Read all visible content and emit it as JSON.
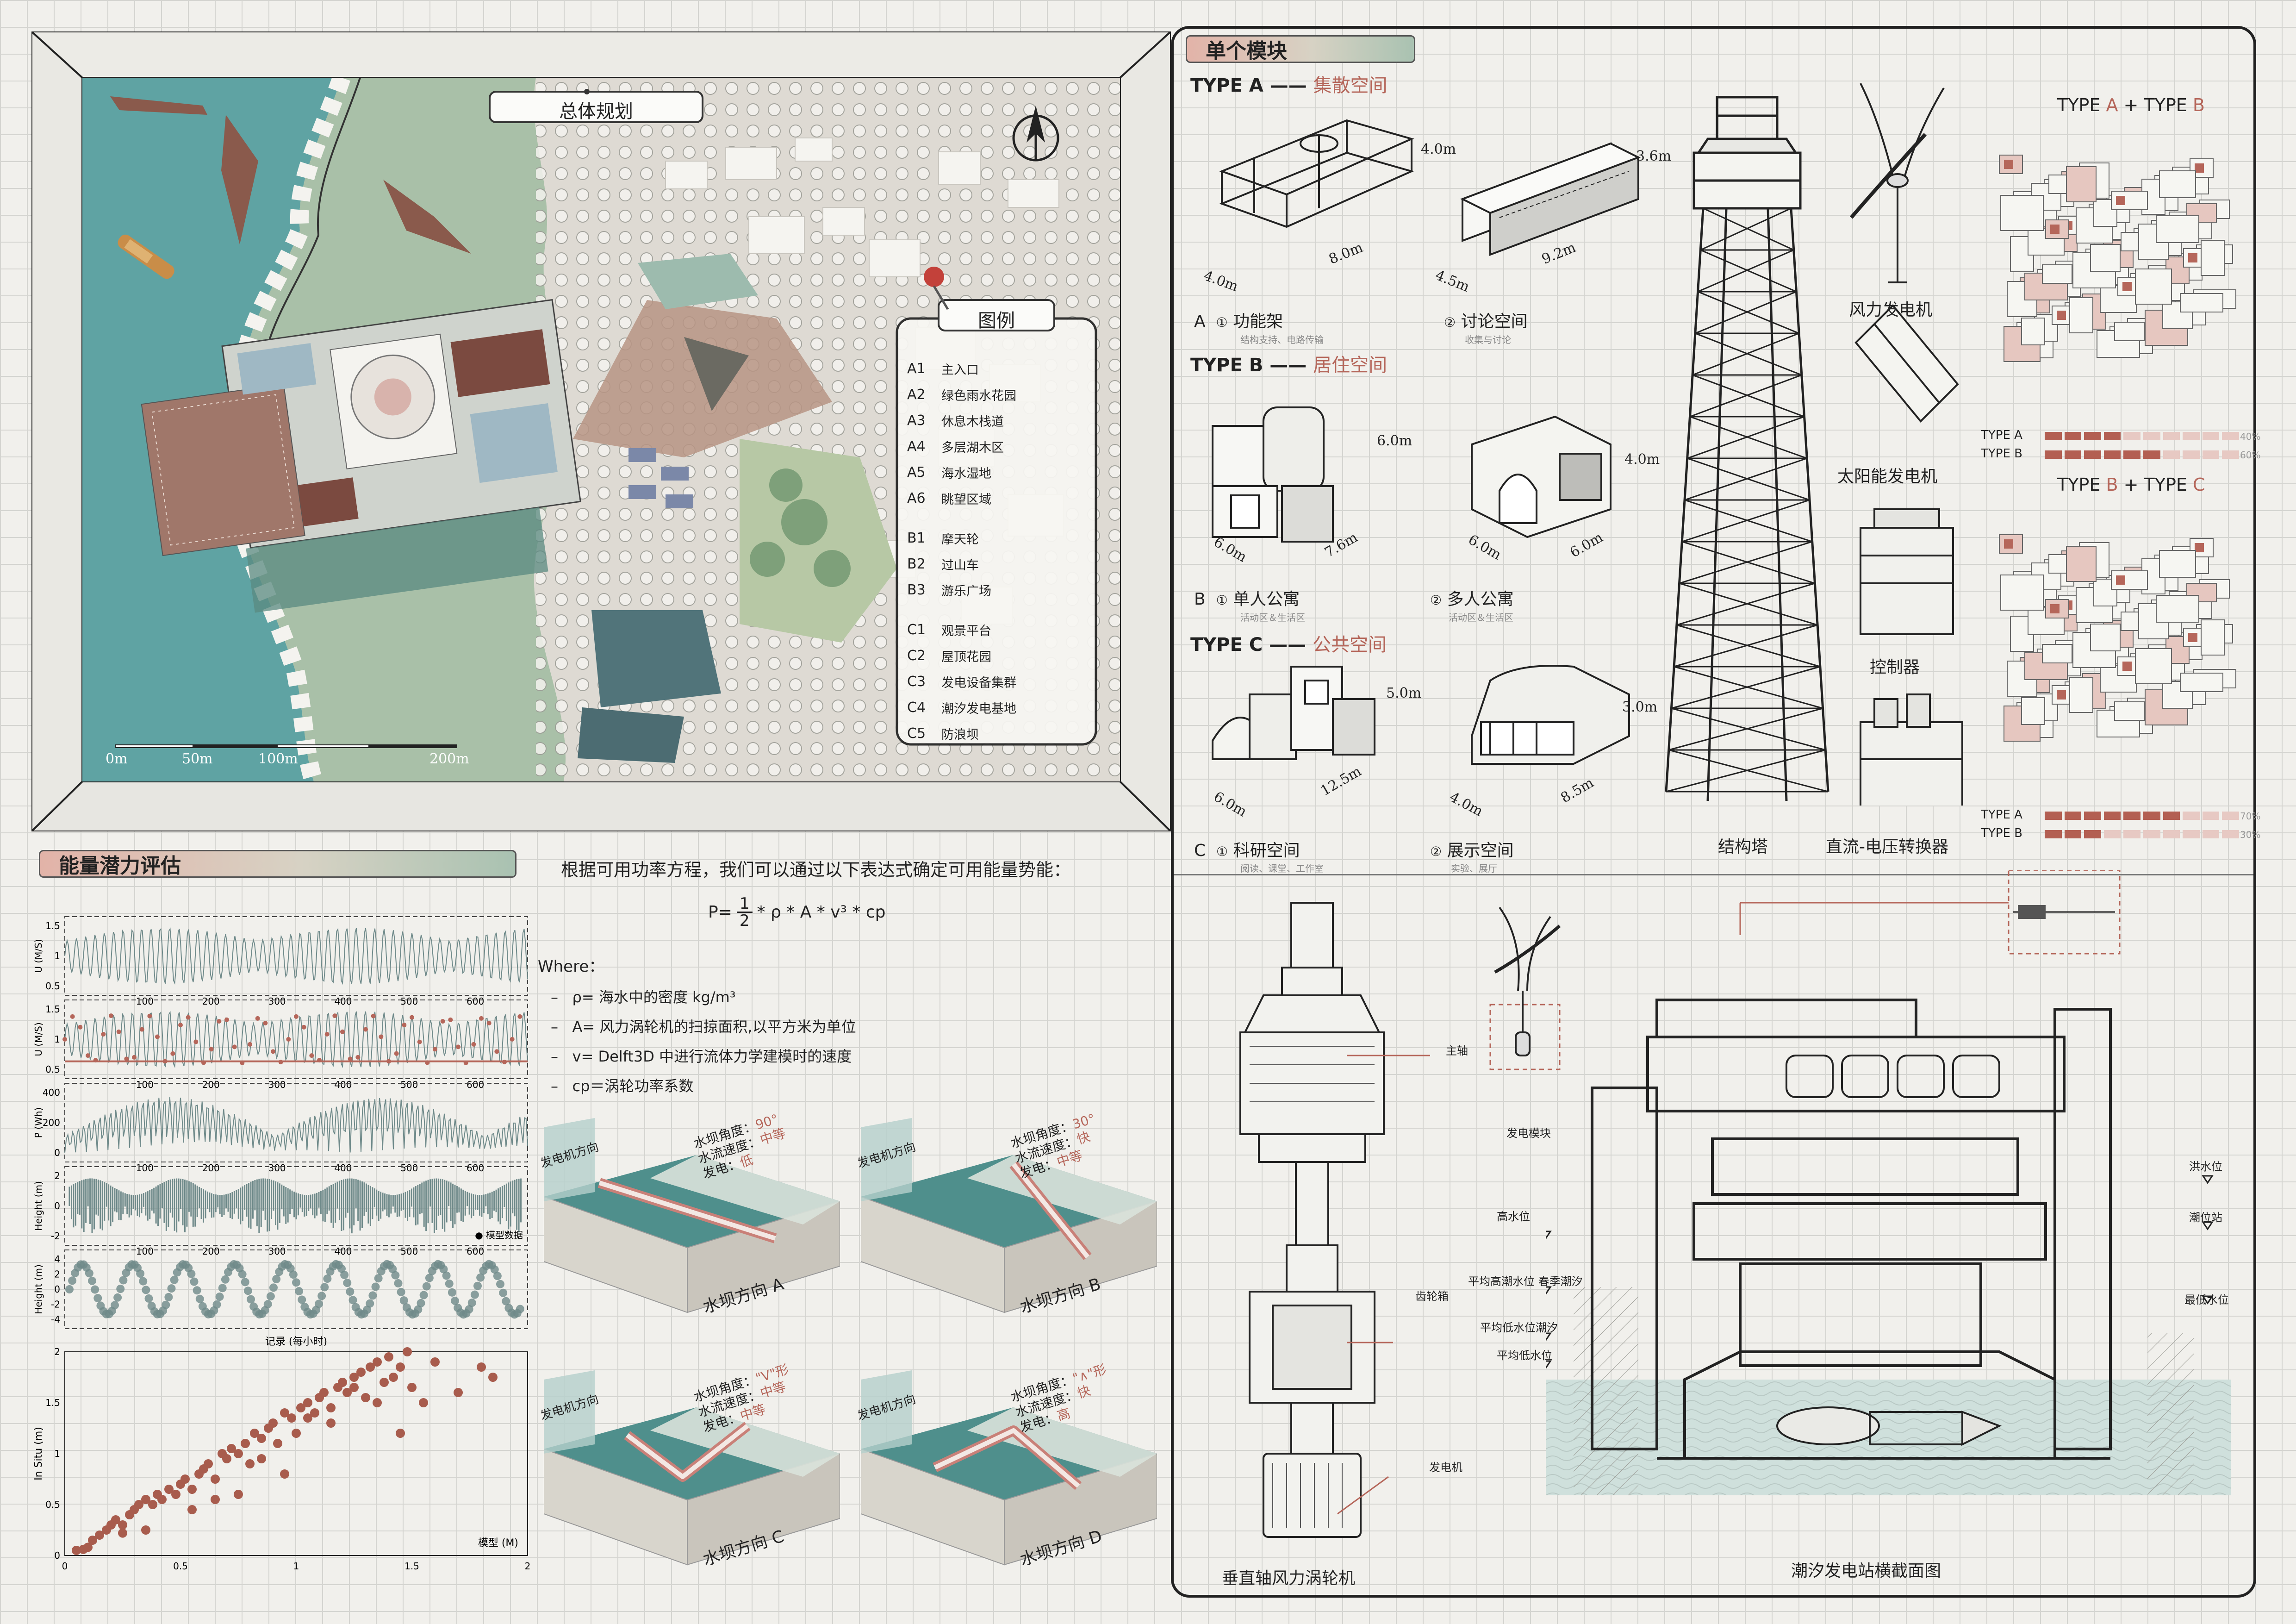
{
  "site_plan": {
    "title": "总体规划",
    "legend_title": "图例",
    "legend": {
      "group_a": [
        {
          "code": "A1",
          "label": "主入口"
        },
        {
          "code": "A2",
          "label": "绿色雨水花园"
        },
        {
          "code": "A3",
          "label": "休息木栈道"
        },
        {
          "code": "A4",
          "label": "多层湖木区"
        },
        {
          "code": "A5",
          "label": "海水湿地"
        },
        {
          "code": "A6",
          "label": "眺望区域"
        }
      ],
      "group_b": [
        {
          "code": "B1",
          "label": "摩天轮"
        },
        {
          "code": "B2",
          "label": "过山车"
        },
        {
          "code": "B3",
          "label": "游乐广场"
        }
      ],
      "group_c": [
        {
          "code": "C1",
          "label": "观景平台"
        },
        {
          "code": "C2",
          "label": "屋顶花园"
        },
        {
          "code": "C3",
          "label": "发电设备集群"
        },
        {
          "code": "C4",
          "label": "潮汐发电基地"
        },
        {
          "code": "C5",
          "label": "防浪坝"
        }
      ]
    },
    "scale": [
      "0m",
      "50m",
      "100m",
      "200m"
    ]
  },
  "modules": {
    "title": "单个模块",
    "type_a": {
      "prefix": "TYPE A ——",
      "name": "集散空间"
    },
    "type_b": {
      "prefix": "TYPE B ——",
      "name": "居住空间"
    },
    "type_c": {
      "prefix": "TYPE C ——",
      "name": "公共空间"
    },
    "items": {
      "a1": {
        "letter": "A",
        "num": "①",
        "name": "功能架",
        "sub": "结构支持、电路传输",
        "dims": [
          "4.0m",
          "8.0m",
          "4.0m"
        ]
      },
      "a2": {
        "num": "②",
        "name": "讨论空间",
        "sub": "收集与讨论",
        "dims": [
          "3.6m",
          "9.2m",
          "4.5m"
        ]
      },
      "b1": {
        "letter": "B",
        "num": "①",
        "name": "单人公寓",
        "sub": "活动区＆生活区",
        "dims": [
          "6.0m",
          "7.6m",
          "6.0m"
        ]
      },
      "b2": {
        "num": "②",
        "name": "多人公寓",
        "sub": "活动区＆生活区",
        "dims": [
          "4.0m",
          "6.0m",
          "6.0m"
        ]
      },
      "c1": {
        "letter": "C",
        "num": "①",
        "name": "科研空间",
        "sub": "阅读、课堂、工作室",
        "dims": [
          "5.0m",
          "12.5m",
          "6.0m"
        ]
      },
      "c2": {
        "num": "②",
        "name": "展示空间",
        "sub": "实验、展厅",
        "dims": [
          "3.0m",
          "8.5m",
          "4.0m"
        ]
      }
    },
    "tower_label": "结构塔",
    "equipment": {
      "wind": "风力发电机",
      "solar": "太阳能发电机",
      "controller": "控制器",
      "converter": "直流-电压转换器"
    },
    "combos": [
      {
        "title_prefix": "TYPE",
        "left": "A",
        "plus": "+ TYPE",
        "right": "B",
        "rows": [
          {
            "label": "TYPE A",
            "value": "40%",
            "fraction": 0.4
          },
          {
            "label": "TYPE B",
            "value": "60%",
            "fraction": 0.6
          }
        ]
      },
      {
        "title_prefix": "TYPE",
        "left": "B",
        "plus": "+ TYPE",
        "right": "C",
        "rows": [
          {
            "label": "TYPE A",
            "value": "70%",
            "fraction": 0.7
          },
          {
            "label": "TYPE B",
            "value": "30%",
            "fraction": 0.3
          }
        ]
      }
    ]
  },
  "energy": {
    "title": "能量潜力评估",
    "intro": "根据可用功率方程，我们可以通过以下表达式确定可用能量势能：",
    "formula": {
      "lhs": "P=",
      "num": "1",
      "den": "2",
      "rest": "* ρ * A * v³ * cp"
    },
    "where_label": "Where：",
    "where_items": [
      "ρ= 海水中的密度 kg/m³",
      "A= 风力涡轮机的扫掠面积,以平方米为单位",
      "v=  Delft3D 中进行流体力学建模时的速度",
      "cp＝涡轮功率系数"
    ],
    "chart_labels": {
      "y1": "U (M/S)",
      "y2": "U (M/S)",
      "y3": "P (Wh)",
      "y4": "Height (m)",
      "y5": "Height (m)",
      "legend": "● 模型数据",
      "x_bottom": "记录 (每小时)",
      "scatter_y": "In Situ (m)",
      "scatter_x": "模型 (M)"
    },
    "x_ticks": [
      "100",
      "200",
      "300",
      "400",
      "500",
      "600"
    ],
    "y1_ticks": [
      "1.5",
      "1",
      "0.5"
    ],
    "y2_ticks": [
      "1.5",
      "1",
      "0.5"
    ],
    "y3_ticks": [
      "400",
      "200",
      "0"
    ],
    "y4_ticks": [
      "2",
      "0",
      "-2"
    ],
    "y5_ticks": [
      "4",
      "2",
      "0",
      "-2",
      "-4"
    ],
    "scatter_xticks": [
      "0",
      "0.5",
      "1",
      "1.5",
      "2"
    ],
    "scatter_yticks": [
      "0",
      "0.5",
      "1",
      "1.5",
      "2"
    ]
  },
  "chart_data": {
    "type": "scatter",
    "xlabel": "模型 (M)",
    "ylabel": "In Situ (m)",
    "xlim": [
      0,
      2
    ],
    "ylim": [
      0,
      2
    ],
    "x": [
      0.05,
      0.08,
      0.1,
      0.12,
      0.15,
      0.18,
      0.2,
      0.22,
      0.25,
      0.28,
      0.3,
      0.32,
      0.35,
      0.38,
      0.4,
      0.42,
      0.45,
      0.48,
      0.5,
      0.52,
      0.55,
      0.58,
      0.6,
      0.62,
      0.65,
      0.68,
      0.7,
      0.72,
      0.75,
      0.78,
      0.8,
      0.82,
      0.85,
      0.88,
      0.9,
      0.92,
      0.95,
      0.98,
      1.0,
      1.02,
      1.05,
      1.08,
      1.1,
      1.12,
      1.15,
      1.18,
      1.2,
      1.22,
      1.25,
      1.28,
      1.3,
      1.32,
      1.35,
      1.38,
      1.4,
      1.42,
      1.45,
      1.48,
      1.5,
      1.55,
      1.6,
      1.7,
      1.8,
      1.85,
      0.35,
      0.55,
      0.75,
      0.95,
      1.15,
      1.35,
      1.45,
      0.25,
      0.65,
      0.85,
      1.05,
      1.25
    ],
    "y": [
      0.05,
      0.06,
      0.08,
      0.15,
      0.2,
      0.25,
      0.3,
      0.35,
      0.3,
      0.4,
      0.45,
      0.5,
      0.55,
      0.5,
      0.6,
      0.55,
      0.65,
      0.6,
      0.7,
      0.75,
      0.65,
      0.8,
      0.85,
      0.9,
      0.75,
      1.0,
      0.95,
      1.05,
      1.0,
      1.1,
      0.9,
      1.2,
      1.15,
      1.25,
      1.3,
      1.1,
      1.4,
      1.35,
      1.2,
      1.45,
      1.5,
      1.4,
      1.55,
      1.6,
      1.45,
      1.65,
      1.7,
      1.6,
      1.75,
      1.8,
      1.55,
      1.85,
      1.9,
      1.7,
      1.95,
      1.75,
      1.85,
      2.0,
      1.65,
      1.5,
      1.9,
      1.6,
      1.85,
      1.75,
      0.25,
      0.45,
      0.6,
      0.8,
      1.3,
      1.5,
      1.2,
      0.22,
      0.55,
      0.95,
      1.35,
      1.65
    ]
  },
  "dams": {
    "A": {
      "dir_label": "发电机方向",
      "angle_key": "水坝角度：",
      "angle_val": "90°",
      "speed_key": "水流速度：",
      "speed_val": "中等",
      "power_key": "发电：",
      "power_val": "低",
      "caption": "水坝方向 A"
    },
    "B": {
      "dir_label": "发电机方向",
      "angle_key": "水坝角度：",
      "angle_val": "30°",
      "speed_key": "水流速度：",
      "speed_val": "快",
      "power_key": "发电：",
      "power_val": "中等",
      "caption": "水坝方向 B"
    },
    "C": {
      "dir_label": "发电机方向",
      "angle_key": "水坝角度：",
      "angle_val": "\"V\"形",
      "speed_key": "水流速度：",
      "speed_val": "中等",
      "power_key": "发电：",
      "power_val": "中等",
      "caption": "水坝方向 C"
    },
    "D": {
      "dir_label": "发电机方向",
      "angle_key": "水坝角度：",
      "angle_val": "\"∧\"形",
      "speed_key": "水流速度：",
      "speed_val": "快",
      "power_key": "发电：",
      "power_val": "高",
      "caption": "水坝方向 D"
    }
  },
  "turbine": {
    "title": "垂直轴风力涡轮机",
    "labels": {
      "main_shaft": "主轴",
      "gearbox": "齿轮箱",
      "generator": "发电机",
      "module": "发电模块"
    }
  },
  "tidal": {
    "title": "潮汐发电站横截面图",
    "left_levels": [
      "高水位",
      "平均高潮水位 春季潮汐",
      "平均低水位潮汐",
      "平均低水位"
    ],
    "right_levels": [
      "洪水位",
      "潮位站",
      "最低水位"
    ]
  },
  "colors": {
    "accent_red": "#b5665a",
    "sea": "#5fa3a3",
    "land": "#a9c0a8"
  }
}
